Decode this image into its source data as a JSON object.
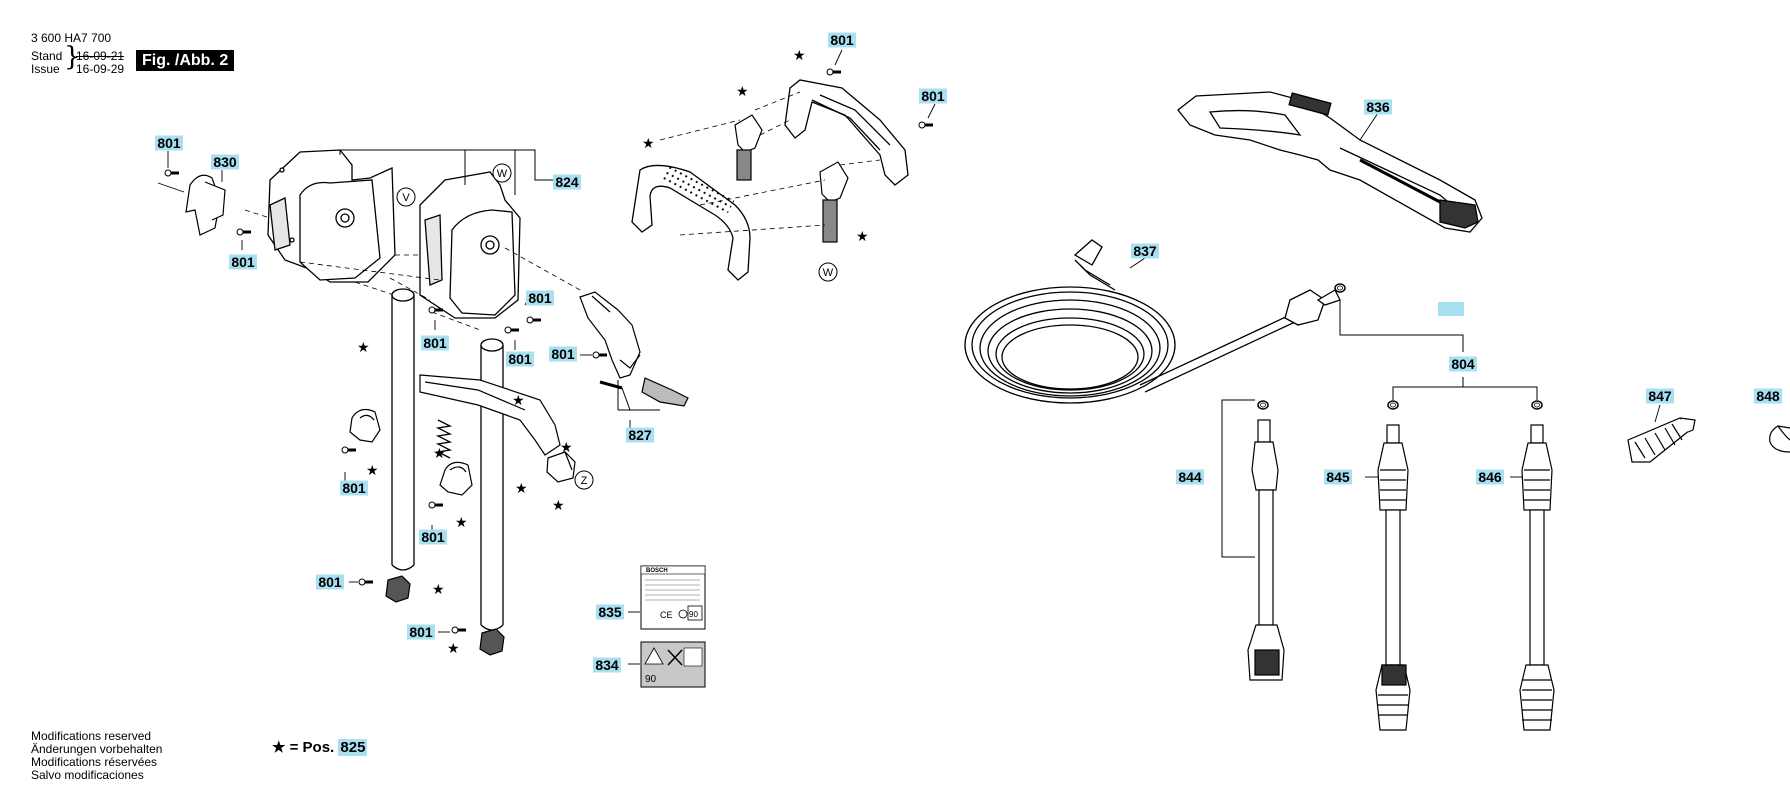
{
  "header": {
    "doc_number": "3 600 HA7 700",
    "stand_label": "Stand",
    "stand_date": "16-09-21",
    "issue_label": "Issue",
    "issue_date": "16-09-29",
    "figure_label": "Fig. /Abb. 2"
  },
  "footer": {
    "modifications": [
      "Modifications reserved",
      "Änderungen vorbehalten",
      "Modifications réservées",
      "Salvo modificaciones"
    ],
    "star_symbol": "★",
    "pos_prefix": "= Pos.",
    "pos_number": "825"
  },
  "callouts": [
    {
      "id": "c801a",
      "label": "801"
    },
    {
      "id": "c830",
      "label": "830"
    },
    {
      "id": "c801b",
      "label": "801"
    },
    {
      "id": "c824",
      "label": "824"
    },
    {
      "id": "c801c",
      "label": "801"
    },
    {
      "id": "c801d",
      "label": "801"
    },
    {
      "id": "c801e",
      "label": "801"
    },
    {
      "id": "c801f",
      "label": "801"
    },
    {
      "id": "c827",
      "label": "827"
    },
    {
      "id": "c801g",
      "label": "801"
    },
    {
      "id": "c801h",
      "label": "801"
    },
    {
      "id": "c801i",
      "label": "801"
    },
    {
      "id": "c801j",
      "label": "801"
    },
    {
      "id": "c801k",
      "label": "801"
    },
    {
      "id": "c801l",
      "label": "801"
    },
    {
      "id": "c835",
      "label": "835"
    },
    {
      "id": "c834",
      "label": "834"
    },
    {
      "id": "c836",
      "label": "836"
    },
    {
      "id": "c837",
      "label": "837"
    },
    {
      "id": "c804",
      "label": "804"
    },
    {
      "id": "c844",
      "label": "844"
    },
    {
      "id": "c845",
      "label": "845"
    },
    {
      "id": "c846",
      "label": "846"
    },
    {
      "id": "c847",
      "label": "847"
    },
    {
      "id": "c848",
      "label": "848"
    }
  ],
  "markers": {
    "V": "V",
    "W1": "W",
    "W2": "W",
    "Z": "Z"
  },
  "label_text": {
    "brand": "BOSCH",
    "pressure": "90",
    "ce": "CE"
  },
  "colors": {
    "callout_bg": "#a8dff1",
    "line": "#000000",
    "part_fill": "#ffffff",
    "shade": "#bdbdbd",
    "dark": "#3a3a3a"
  }
}
